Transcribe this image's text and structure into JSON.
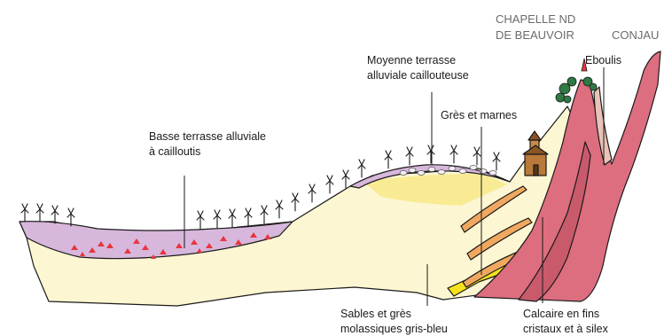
{
  "labels": {
    "chapelle_line1": "CHAPELLE ND",
    "chapelle_line2": "DE BEAUVOIR",
    "conjau": "CONJAU",
    "eboulis": "Eboulis",
    "moyenne_line1": "Moyenne terrasse",
    "moyenne_line2": "alluviale caillouteuse",
    "gres_marnes": "Grès et marnes",
    "basse_line1": "Basse terrasse alluviale",
    "basse_line2": "à cailloutis",
    "sables_line1": "Sables et grès",
    "sables_line2": "molassiques gris-bleu",
    "calcaire_line1": "Calcaire en fins",
    "calcaire_line2": "cristaux et à silex"
  },
  "colors": {
    "sand": "#fdf6d2",
    "sand_shade": "#f7e98a",
    "terrace": "#d8b7dc",
    "limestone": "#dd6e7f",
    "limestone_dark": "#b84a5d",
    "marl_orange": "#f0a860",
    "yellow_band": "#f5e21a",
    "pebbles_red": "#e8353e",
    "chapel": "#b8793a",
    "trees": "#2f7a44"
  }
}
